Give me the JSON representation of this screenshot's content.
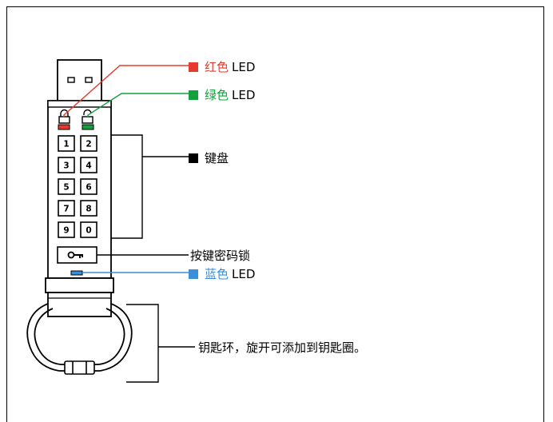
{
  "colors": {
    "red": "#e63a2e",
    "green": "#13a03e",
    "black": "#000000",
    "blue": "#3a8fd8"
  },
  "keys": [
    "1",
    "2",
    "3",
    "4",
    "5",
    "6",
    "7",
    "8",
    "9",
    "0"
  ],
  "callouts": {
    "red_led": {
      "cn": "红色",
      "en": "LED"
    },
    "green_led": {
      "cn": "绿色",
      "en": "LED"
    },
    "keypad": {
      "cn": "键盘"
    },
    "key_lock_button": {
      "cn": "按键密码锁"
    },
    "blue_led": {
      "cn": "蓝色",
      "en": "LED"
    },
    "keyring": {
      "cn": "钥匙环，旋开可添加到钥匙圈。"
    }
  }
}
